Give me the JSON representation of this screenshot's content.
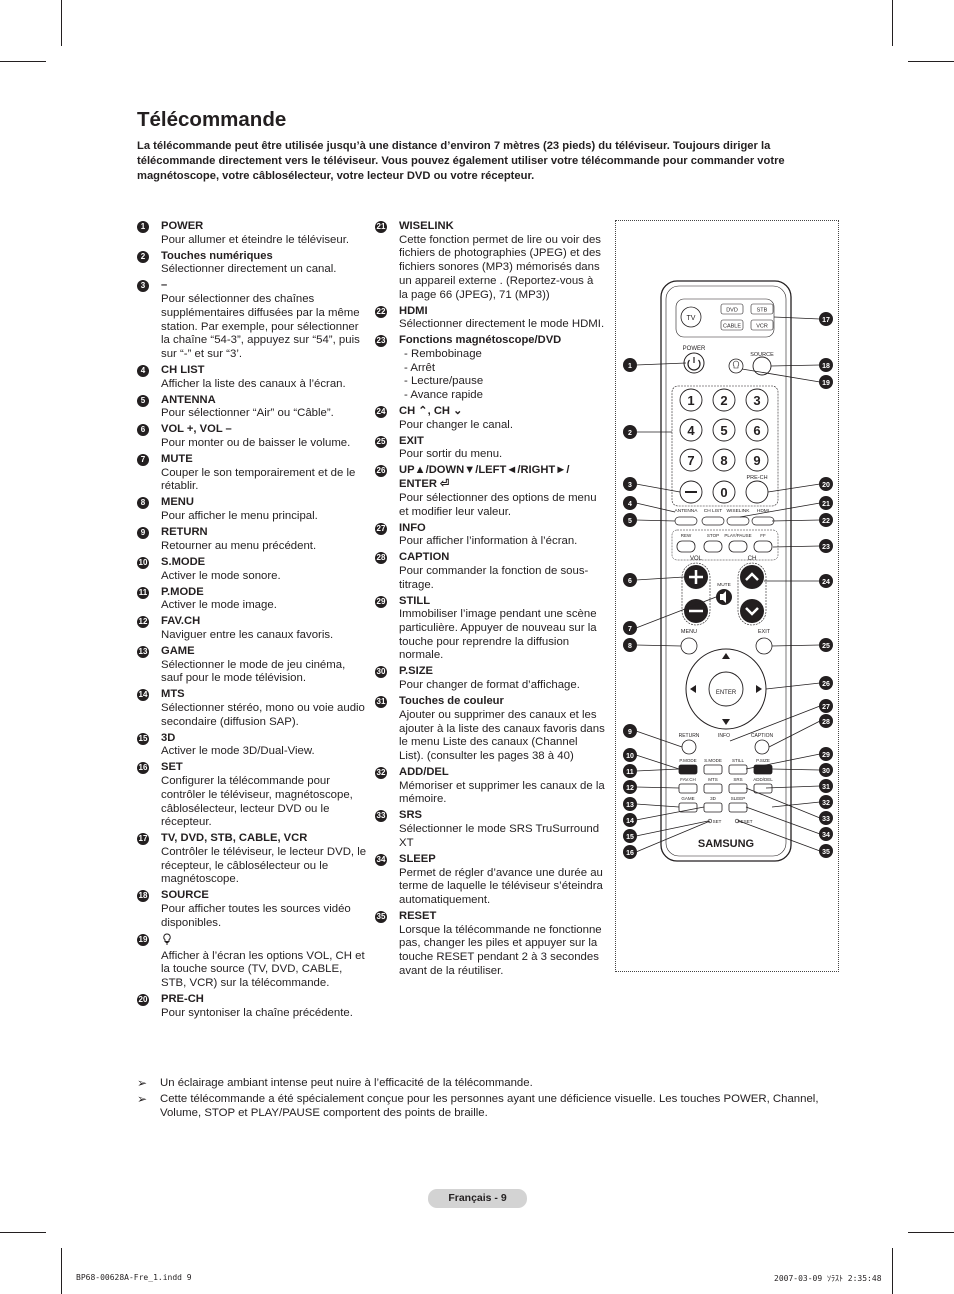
{
  "title": "Télécommande",
  "intro": "La télécommande peut être utilisée jusqu’à une distance d’environ 7 mètres (23 pieds) du téléviseur. Toujours diriger la télécommande directement vers le téléviseur. Vous pouvez également utiliser votre télécommande pour commander votre magnétoscope, votre câblosélecteur, votre lecteur DVD ou votre récepteur.",
  "items_col1": [
    {
      "num": "1",
      "name": "POWER",
      "desc": "Pour allumer et éteindre le téléviseur."
    },
    {
      "num": "2",
      "name": "Touches numériques",
      "desc": "Sélectionner directement un canal."
    },
    {
      "num": "3",
      "name": "–",
      "desc": "Pour sélectionner des chaînes supplémentaires diffusées par la même station. Par exemple, pour sélectionner la chaîne “54-3”, appuyez sur “54”, puis sur “-” et sur “3’."
    },
    {
      "num": "4",
      "name": "CH LIST",
      "desc": "Afficher la liste des canaux à l’écran."
    },
    {
      "num": "5",
      "name": "ANTENNA",
      "desc": "Pour sélectionner “Air” ou “Câble”."
    },
    {
      "num": "6",
      "name": "VOL +, VOL –",
      "desc": "Pour monter ou de baisser le volume."
    },
    {
      "num": "7",
      "name": "MUTE",
      "desc": "Couper le son temporairement et de le rétablir."
    },
    {
      "num": "8",
      "name": "MENU",
      "desc": "Pour afficher le menu principal."
    },
    {
      "num": "9",
      "name": "RETURN",
      "desc": "Retourner au menu précédent."
    },
    {
      "num": "10",
      "name": "S.MODE",
      "desc": "Activer le mode sonore."
    },
    {
      "num": "11",
      "name": "P.MODE",
      "desc": "Activer le mode image."
    },
    {
      "num": "12",
      "name": "FAV.CH",
      "desc": "Naviguer entre les canaux favoris."
    },
    {
      "num": "13",
      "name": "GAME",
      "desc": "Sélectionner le mode de jeu cinéma, sauf pour le mode télévision."
    },
    {
      "num": "14",
      "name": "MTS",
      "desc": "Sélectionner stéréo, mono ou voie audio secondaire (diffusion SAP)."
    },
    {
      "num": "15",
      "name": "3D",
      "desc": "Activer le mode 3D/Dual-View."
    },
    {
      "num": "16",
      "name": "SET",
      "desc": "Configurer la télécommande pour contrôler le téléviseur, magnétoscope, câblosélecteur, lecteur DVD ou le récepteur."
    },
    {
      "num": "17",
      "name": "TV, DVD, STB, CABLE, VCR",
      "desc": "Contrôler le téléviseur, le lecteur DVD, le récepteur, le câblosélecteur ou le magnétoscope."
    },
    {
      "num": "18",
      "name": "SOURCE",
      "desc": "Pour afficher toutes les sources vidéo disponibles."
    },
    {
      "num": "19",
      "name": "",
      "desc": "Afficher à l’écran les options VOL, CH et la touche source (TV, DVD, CABLE, STB, VCR) sur la télécommande."
    },
    {
      "num": "20",
      "name": "PRE-CH",
      "desc": "Pour syntoniser la chaîne précédente."
    }
  ],
  "items_col2": [
    {
      "num": "21",
      "name": "WISELINK",
      "desc": "Cette fonction permet de lire ou voir des fichiers de photographies (JPEG) et des fichiers sonores (MP3) mémorisés dans un appareil externe . (Reportez-vous à la page 66 (JPEG), 71 (MP3))"
    },
    {
      "num": "22",
      "name": "HDMI",
      "desc": "Sélectionner directement le mode HDMI."
    },
    {
      "num": "23",
      "name": "Fonctions magnétoscope/DVD",
      "desc": "",
      "list": [
        "Rembobinage",
        "Arrêt",
        "Lecture/pause",
        "Avance rapide"
      ]
    },
    {
      "num": "24",
      "name": "CH ⌃, CH ⌄",
      "desc": "Pour changer le canal."
    },
    {
      "num": "25",
      "name": "EXIT",
      "desc": "Pour sortir du menu."
    },
    {
      "num": "26",
      "name": "UP▲/DOWN▼/LEFT◄/RIGHT►/ ENTER ⏎",
      "desc": "Pour sélectionner des options de menu et modifier leur valeur."
    },
    {
      "num": "27",
      "name": "INFO",
      "desc": "Pour afficher l’information à l’écran."
    },
    {
      "num": "28",
      "name": "CAPTION",
      "desc": "Pour commander la fonction de sous-titrage."
    },
    {
      "num": "29",
      "name": "STILL",
      "desc": "Immobiliser l’image pendant une scène particulière. Appuyer de nouveau sur la touche pour reprendre la diffusion normale."
    },
    {
      "num": "30",
      "name": "P.SIZE",
      "desc": "Pour changer de format d’affichage."
    },
    {
      "num": "31",
      "name": "Touches de couleur",
      "desc": "Ajouter ou supprimer des canaux et les ajouter à la liste des canaux favoris dans le menu Liste des canaux (Channel List). (consulter les pages 38 à 40)"
    },
    {
      "num": "32",
      "name": "ADD/DEL",
      "desc": "Mémoriser et supprimer les canaux de la mémoire."
    },
    {
      "num": "33",
      "name": "SRS",
      "desc": "Sélectionner le mode SRS TruSurround XT"
    },
    {
      "num": "34",
      "name": "SLEEP",
      "desc": "Permet de régler d’avance une durée au terme de laquelle le téléviseur s’éteindra automatiquement."
    },
    {
      "num": "35",
      "name": "RESET",
      "desc": "Lorsque la télécommande ne fonctionne pas, changer les piles et appuyer sur la touche RESET pendant 2 à 3 secondes avant de la réutiliser."
    }
  ],
  "remote": {
    "mode_labels": [
      "TV",
      "DVD",
      "STB",
      "CABLE",
      "VCR"
    ],
    "power": "POWER",
    "source": "SOURCE",
    "digits": [
      "1",
      "2",
      "3",
      "4",
      "5",
      "6",
      "7",
      "8",
      "9",
      "0"
    ],
    "prech": "PRE-CH",
    "row_labels": [
      "ANTENNA",
      "CH LIST",
      "WISELINK",
      "HDMI"
    ],
    "transport": [
      "REW",
      "STOP",
      "PLAY/PAUSE",
      "FF"
    ],
    "vol": "VOL",
    "ch": "CH",
    "mute": "MUTE",
    "menu": "MENU",
    "exit": "EXIT",
    "enter": "ENTER",
    "return": "RETURN",
    "info": "INFO",
    "caption": "CAPTION",
    "color_row": [
      "P.MODE",
      "S.MODE",
      "STILL",
      "P.SIZE"
    ],
    "row3": [
      "FAV.CH",
      "MTS",
      "SRS",
      "ADD/DEL"
    ],
    "row4": [
      "GAME",
      "3D",
      "SLEEP"
    ],
    "set": "SET",
    "reset": "RESET",
    "brand": "SAMSUNG"
  },
  "notes": [
    "Un éclairage ambiant intense peut nuire à l’efficacité de la télécommande.",
    "Cette télécommande a été spécialement conçue pour les personnes ayant une déficience visuelle. Les touches POWER, Channel, Volume, STOP et PLAY/PAUSE comportent des points de braille."
  ],
  "note_arrow": "➢",
  "page_label": "Français - 9",
  "footer_left": "BP68-00628A-Fre_1.indd   9",
  "footer_right": "2007-03-09   ｿﾗｽﾄ 2:35:48"
}
